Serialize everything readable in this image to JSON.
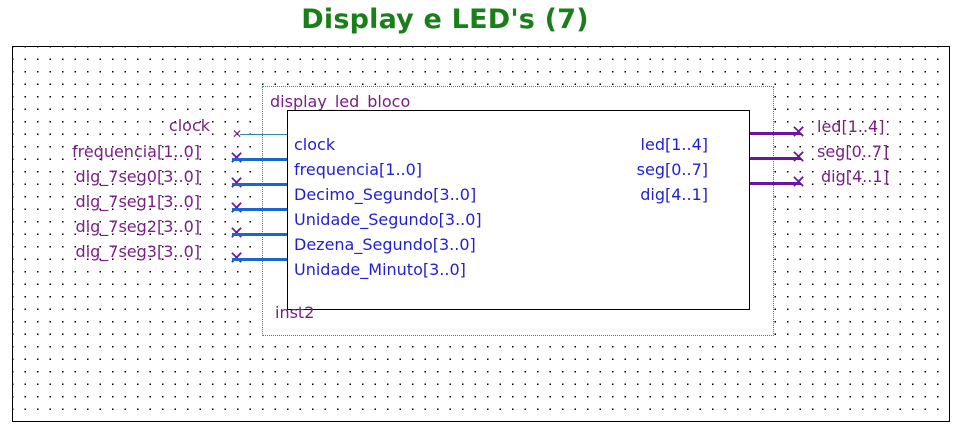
{
  "title": "Display e LED's (7)",
  "colors": {
    "title": "#1a7f1a",
    "net": "#7a1f86",
    "port": "#1f1fd6",
    "input_bus": "#1a66d1",
    "output_bus": "#6a14a6"
  },
  "block": {
    "type_name": "display_led_bloco",
    "instance_name": "inst2",
    "inputs": [
      "clock",
      "frequencia[1..0]",
      "Decimo_Segundo[3..0]",
      "Unidade_Segundo[3..0]",
      "Dezena_Segundo[3..0]",
      "Unidade_Minuto[3..0]"
    ],
    "outputs": [
      "led[1..4]",
      "seg[0..7]",
      "dig[4..1]"
    ]
  },
  "input_pins": [
    "clock",
    "frequencia[1..0]",
    "dig_7seg0[3..0]",
    "dig_7seg1[3..0]",
    "dig_7seg2[3..0]",
    "dig_7seg3[3..0]"
  ],
  "output_pins": [
    "led[1..4]",
    "seg[0..7]",
    "dig[4..1]"
  ],
  "icons": {
    "unconnected_bus_end": "x-marker-icon",
    "unconnected_wire_end": "small-x-marker-icon"
  }
}
